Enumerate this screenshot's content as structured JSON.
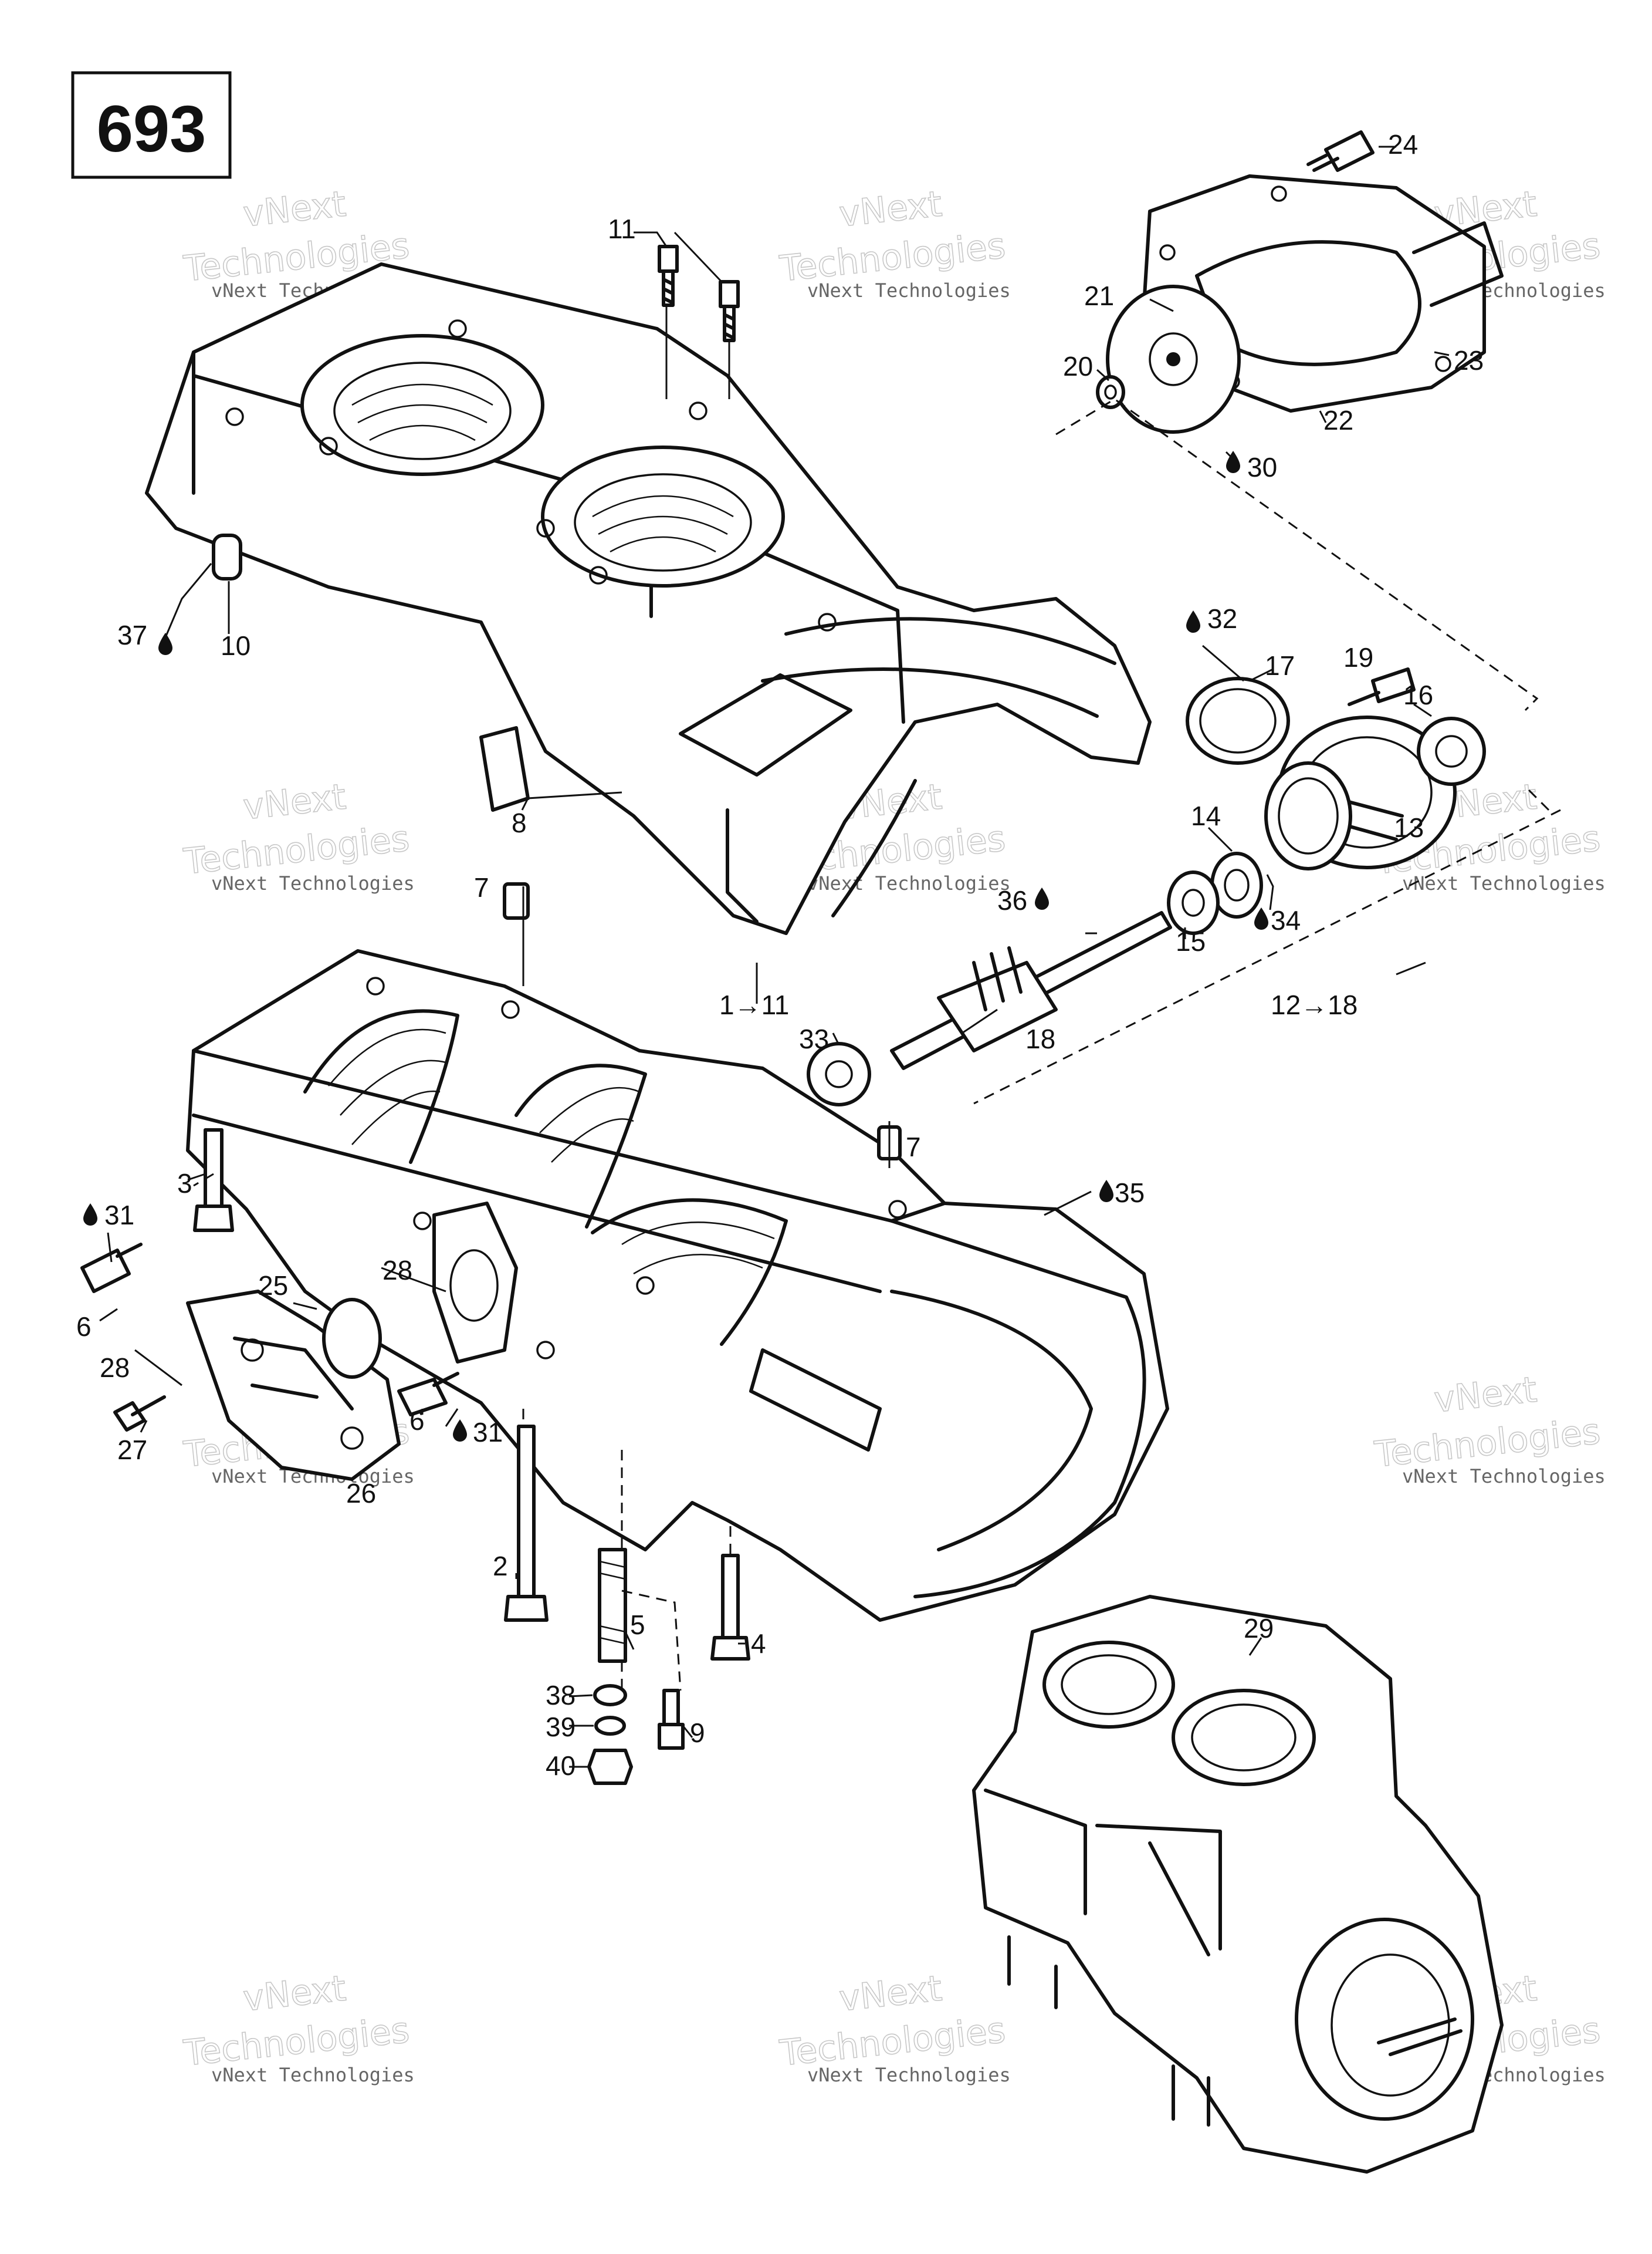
{
  "page_number": "693",
  "watermark": {
    "line1": "vNext Technologies",
    "line2": "vNext",
    "line3": "Technologies"
  },
  "callouts": [
    {
      "id": "c24",
      "text": "24"
    },
    {
      "id": "c11a",
      "text": "11"
    },
    {
      "id": "c21",
      "text": "21"
    },
    {
      "id": "c23",
      "text": "23"
    },
    {
      "id": "c20",
      "text": "20"
    },
    {
      "id": "c22",
      "text": "22"
    },
    {
      "id": "c30",
      "text": "30"
    },
    {
      "id": "c37",
      "text": "37"
    },
    {
      "id": "c10",
      "text": "10"
    },
    {
      "id": "c32",
      "text": "32"
    },
    {
      "id": "c17",
      "text": "17"
    },
    {
      "id": "c19",
      "text": "19"
    },
    {
      "id": "c16",
      "text": "16"
    },
    {
      "id": "c8",
      "text": "8"
    },
    {
      "id": "c14",
      "text": "14"
    },
    {
      "id": "c13",
      "text": "13"
    },
    {
      "id": "c7a",
      "text": "7"
    },
    {
      "id": "c36",
      "text": "36"
    },
    {
      "id": "c15",
      "text": "15"
    },
    {
      "id": "c34",
      "text": "34"
    },
    {
      "id": "c1to11",
      "text": "1→11"
    },
    {
      "id": "c12to18",
      "text": "12→18"
    },
    {
      "id": "c33",
      "text": "33"
    },
    {
      "id": "c18",
      "text": "18"
    },
    {
      "id": "c7b",
      "text": "7"
    },
    {
      "id": "c3",
      "text": "3"
    },
    {
      "id": "c35",
      "text": "35"
    },
    {
      "id": "c31a",
      "text": "31"
    },
    {
      "id": "c25",
      "text": "25"
    },
    {
      "id": "c28a",
      "text": "28"
    },
    {
      "id": "c6a",
      "text": "6"
    },
    {
      "id": "c28b",
      "text": "28"
    },
    {
      "id": "c6b",
      "text": "6"
    },
    {
      "id": "c31b",
      "text": "31"
    },
    {
      "id": "c27",
      "text": "27"
    },
    {
      "id": "c26",
      "text": "26"
    },
    {
      "id": "c2",
      "text": "2"
    },
    {
      "id": "c5",
      "text": "5"
    },
    {
      "id": "c4",
      "text": "4"
    },
    {
      "id": "c38",
      "text": "38"
    },
    {
      "id": "c39",
      "text": "39"
    },
    {
      "id": "c9",
      "text": "9"
    },
    {
      "id": "c40",
      "text": "40"
    },
    {
      "id": "c29",
      "text": "29"
    }
  ]
}
